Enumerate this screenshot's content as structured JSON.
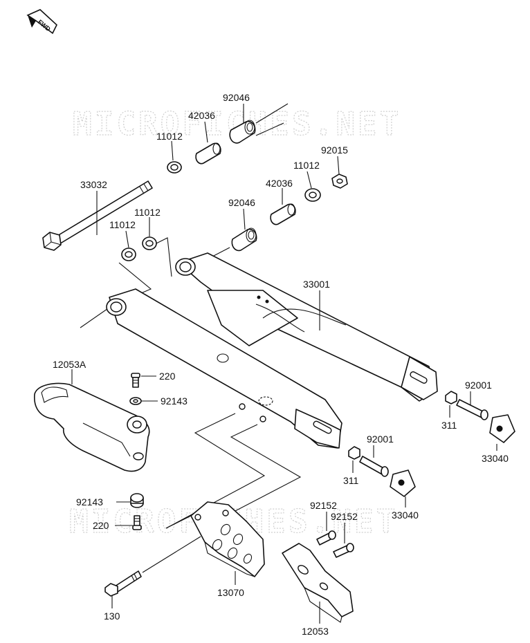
{
  "fwd_badge": "FWD",
  "watermarks": [
    "MICROFICHES.NET",
    "MICROFICHES.NET"
  ],
  "labels": {
    "p92046_top": "92046",
    "p42036_top": "42036",
    "p11012_top": "11012",
    "p92015": "92015",
    "p11012_right": "11012",
    "p42036_mid": "42036",
    "p33032": "33032",
    "p11012_left_a": "11012",
    "p11012_left_b": "11012",
    "p92046_mid": "92046",
    "p33001": "33001",
    "p12053A": "12053A",
    "p220_top": "220",
    "p92143_top": "92143",
    "p92001_right": "92001",
    "p311_right": "311",
    "p33040_right": "33040",
    "p92001_mid": "92001",
    "p311_mid": "311",
    "p33040_mid": "33040",
    "p92143_bot": "92143",
    "p220_bot": "220",
    "p92152_a": "92152",
    "p92152_b": "92152",
    "p13070": "13070",
    "p130": "130",
    "p12053": "12053"
  }
}
